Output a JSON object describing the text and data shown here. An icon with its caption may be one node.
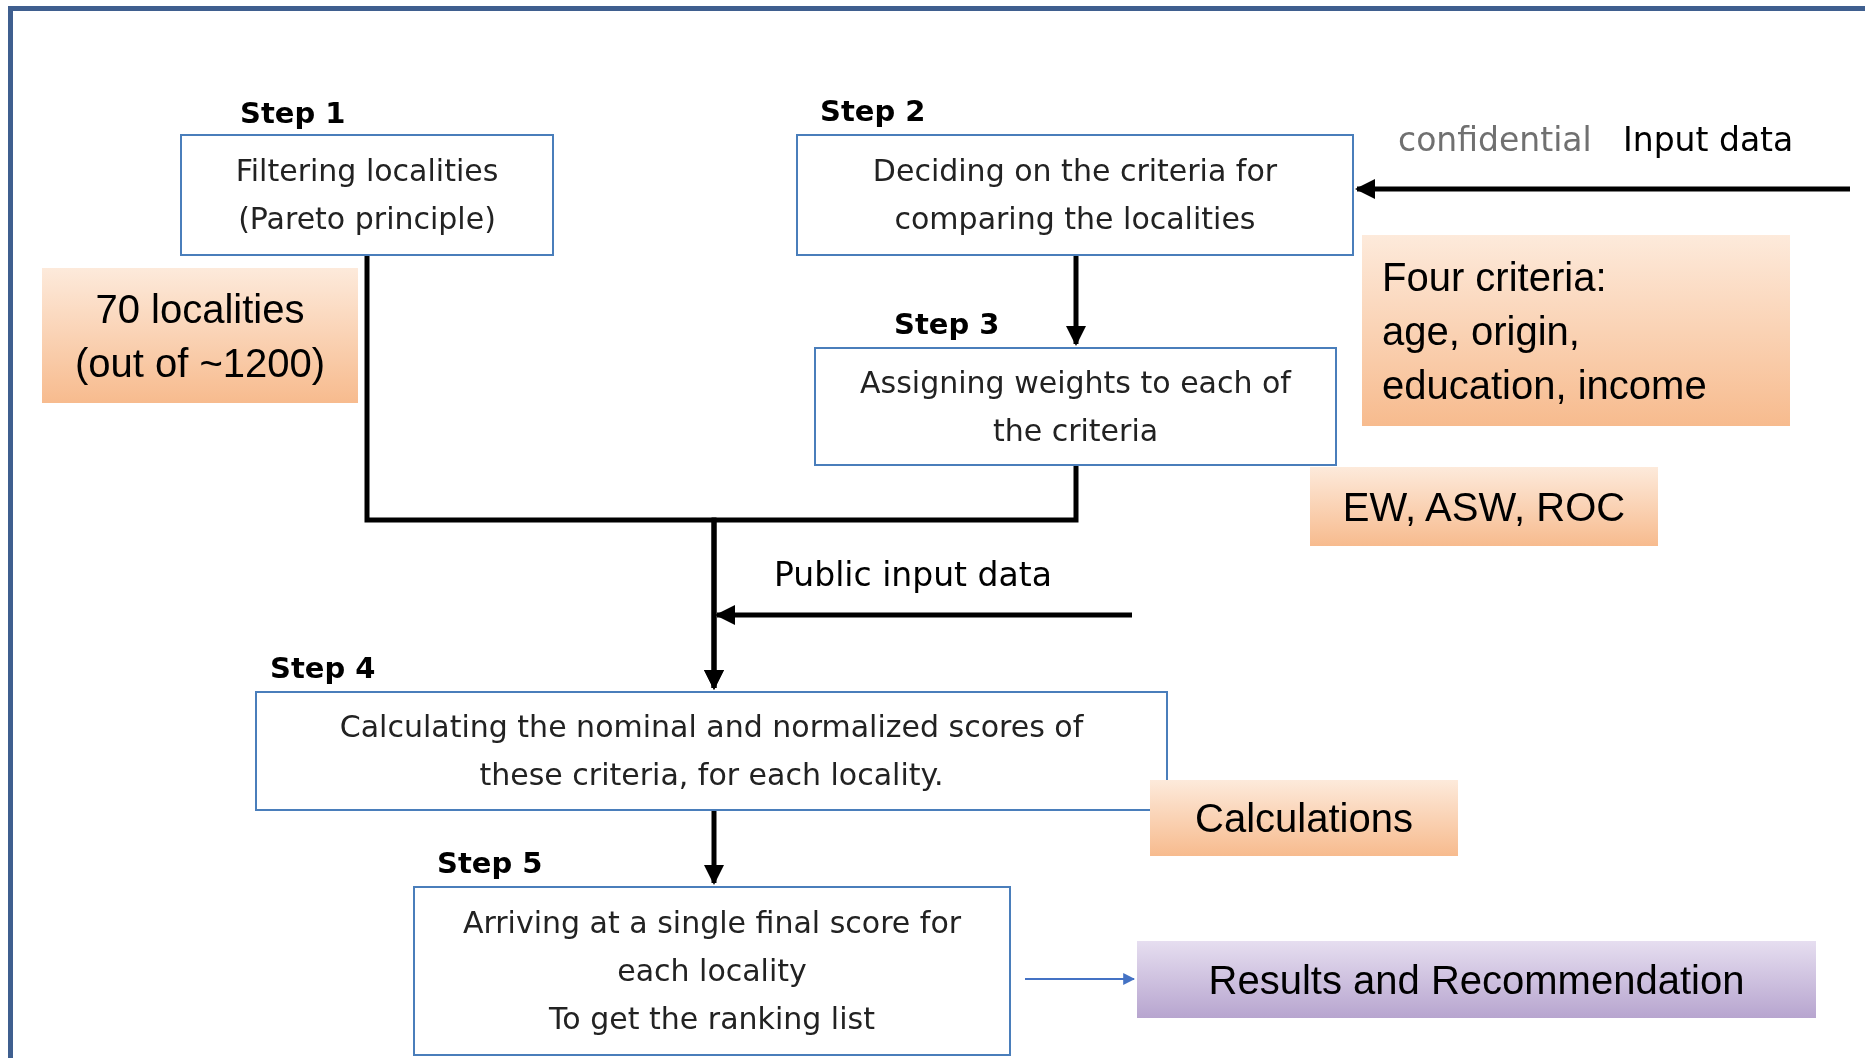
{
  "diagram": {
    "nodes": [
      {
        "text": [
          "Step 1",
          "Filtering localities (Pareto principle)"
        ]
      },
      {
        "text": [
          "Step 2",
          "Deciding on the criteria for comparing the localities"
        ]
      },
      {
        "text": [
          "Step 3",
          "Assigning weights to each of the criteria"
        ]
      },
      {
        "text": [
          "Step 4",
          "Calculating the nominal and normalized scores of these criteria, for each locality."
        ]
      },
      {
        "text": [
          "Step 5",
          "Arriving at a single final score for each locality",
          "To get the ranking list"
        ]
      },
      {
        "text": [
          "70 localities (out of ~1200)"
        ]
      },
      {
        "text": [
          "Four criteria:",
          "age, origin, education, income"
        ]
      },
      {
        "text": [
          "EW, ASW, ROC"
        ]
      },
      {
        "text": [
          "Calculations"
        ]
      },
      {
        "text": [
          "Results and Recommendation"
        ]
      }
    ],
    "edges": [
      {
        "from": 0,
        "to": 3,
        "arrow": "to"
      },
      {
        "from": 2,
        "to": 3,
        "arrow": "to"
      },
      {
        "from": 1,
        "to": 2,
        "arrow": "to"
      },
      {
        "from": 3,
        "to": 4,
        "arrow": "to"
      },
      {
        "from": 4,
        "to": 9,
        "arrow": "to",
        "color": "#4472c4"
      },
      {
        "from": null,
        "to": 1,
        "arrow": "to"
      },
      {
        "from": null,
        "to": 3,
        "arrow": "to",
        "label": "Public input data"
      }
    ],
    "labels": [
      "confidential",
      "Input data"
    ]
  }
}
